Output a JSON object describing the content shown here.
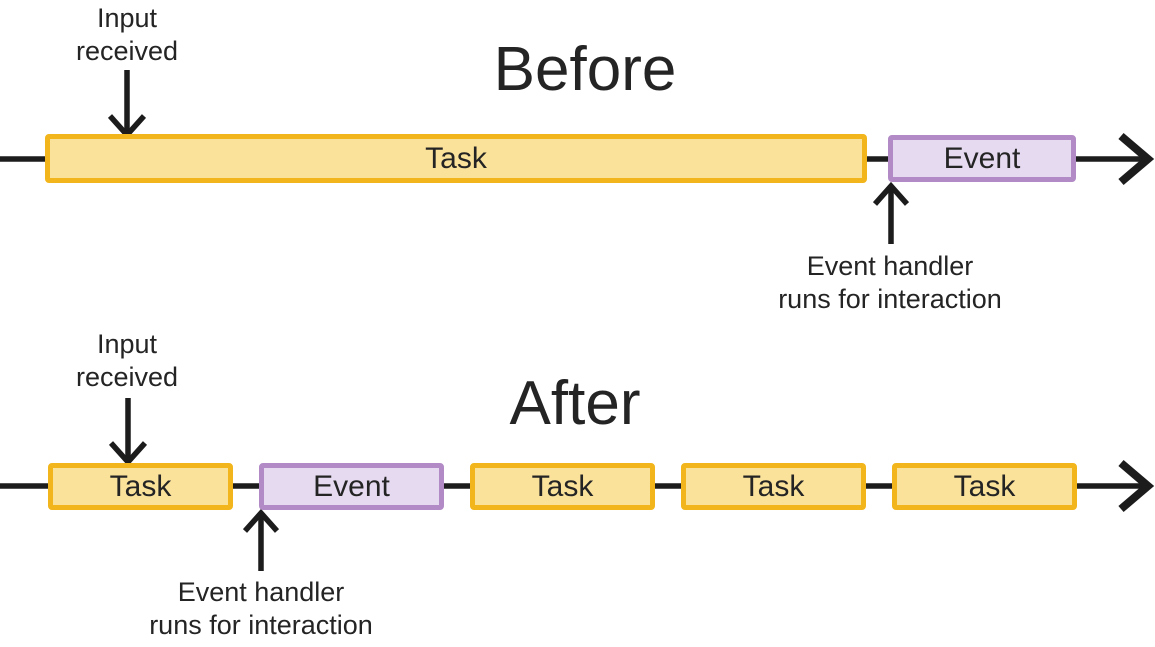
{
  "colors": {
    "task_fill": "#FAE29B",
    "task_border": "#F2B51B",
    "event_fill": "#E6DAF0",
    "event_border": "#B18AC6",
    "line": "#1C1C1C",
    "text": "#242424"
  },
  "before": {
    "title": "Before",
    "input_annotation": "Input\nreceived",
    "handler_annotation": "Event handler\nruns for interaction",
    "segments": [
      {
        "label": "Task",
        "type": "task"
      },
      {
        "label": "Event",
        "type": "event"
      }
    ]
  },
  "after": {
    "title": "After",
    "input_annotation": "Input\nreceived",
    "handler_annotation": "Event handler\nruns for interaction",
    "segments": [
      {
        "label": "Task",
        "type": "task"
      },
      {
        "label": "Event",
        "type": "event"
      },
      {
        "label": "Task",
        "type": "task"
      },
      {
        "label": "Task",
        "type": "task"
      },
      {
        "label": "Task",
        "type": "task"
      }
    ]
  }
}
